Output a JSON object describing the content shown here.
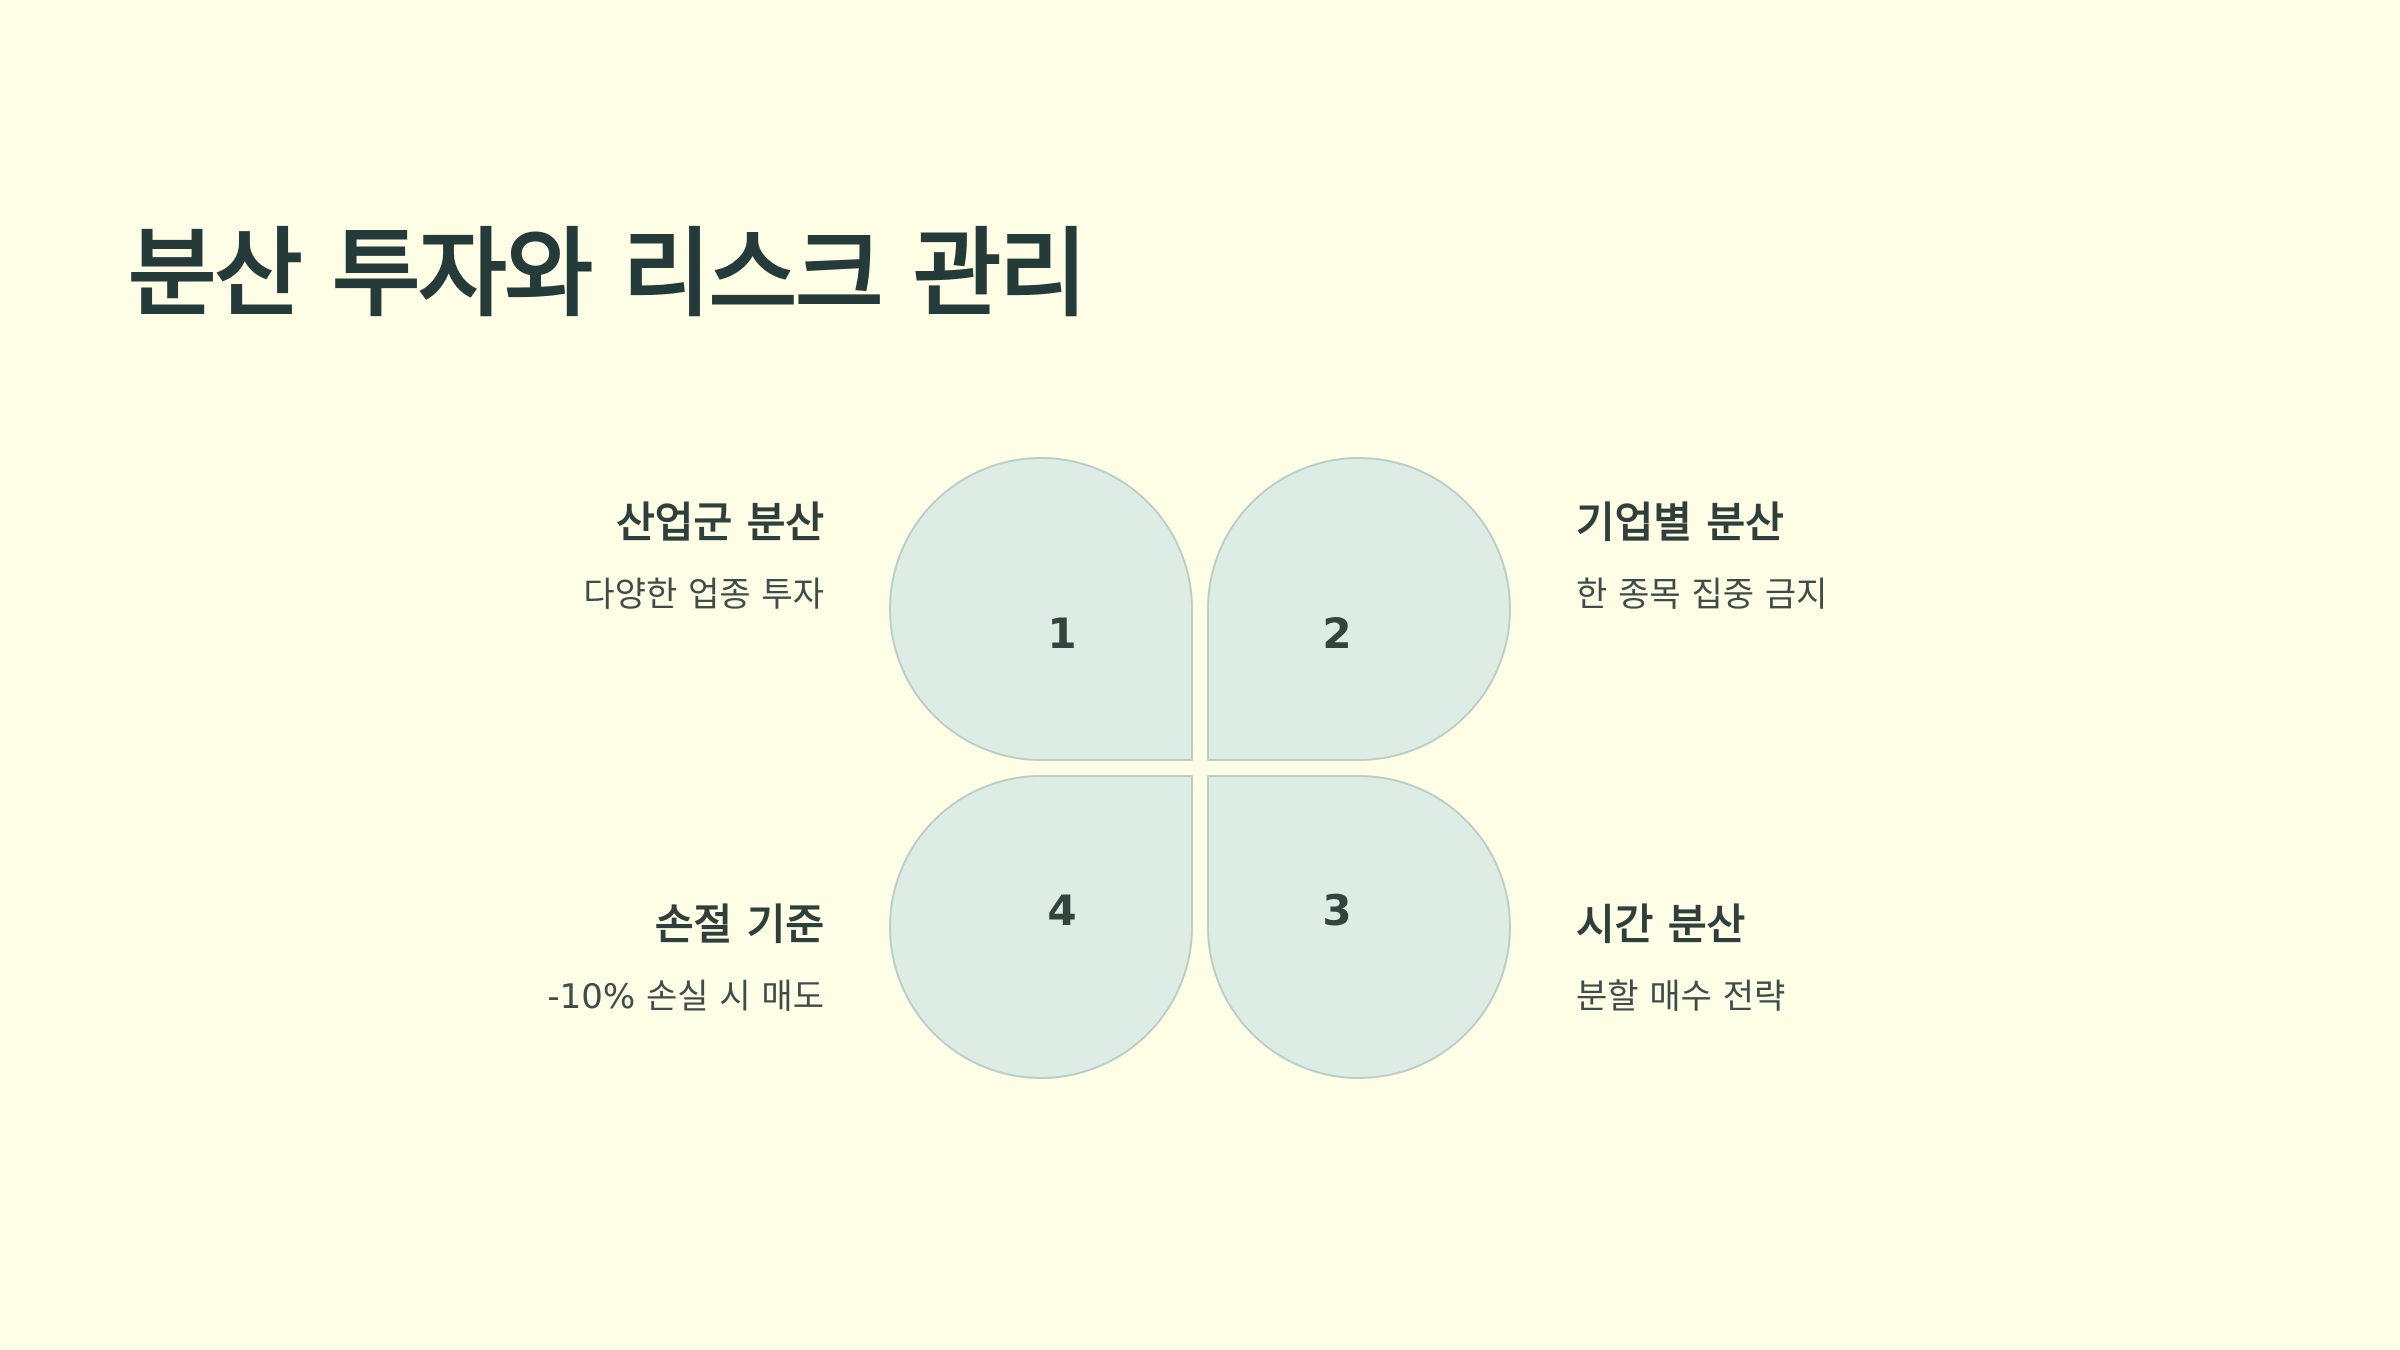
{
  "title": "분산 투자와 리스크 관리",
  "colors": {
    "background": "#FEFDE6",
    "petal_fill": "#DDEDE5",
    "petal_stroke": "#B9CFC6",
    "text": "#253B39"
  },
  "petals": [
    {
      "number": "1"
    },
    {
      "number": "2"
    },
    {
      "number": "3"
    },
    {
      "number": "4"
    }
  ],
  "items": {
    "top_left": {
      "heading": "산업군 분산",
      "sub": "다양한 업종 투자"
    },
    "top_right": {
      "heading": "기업별 분산",
      "sub": "한 종목 집중 금지"
    },
    "bottom_right": {
      "heading": "시간 분산",
      "sub": "분할 매수 전략"
    },
    "bottom_left": {
      "heading": "손절 기준",
      "sub": "-10% 손실 시 매도"
    }
  }
}
